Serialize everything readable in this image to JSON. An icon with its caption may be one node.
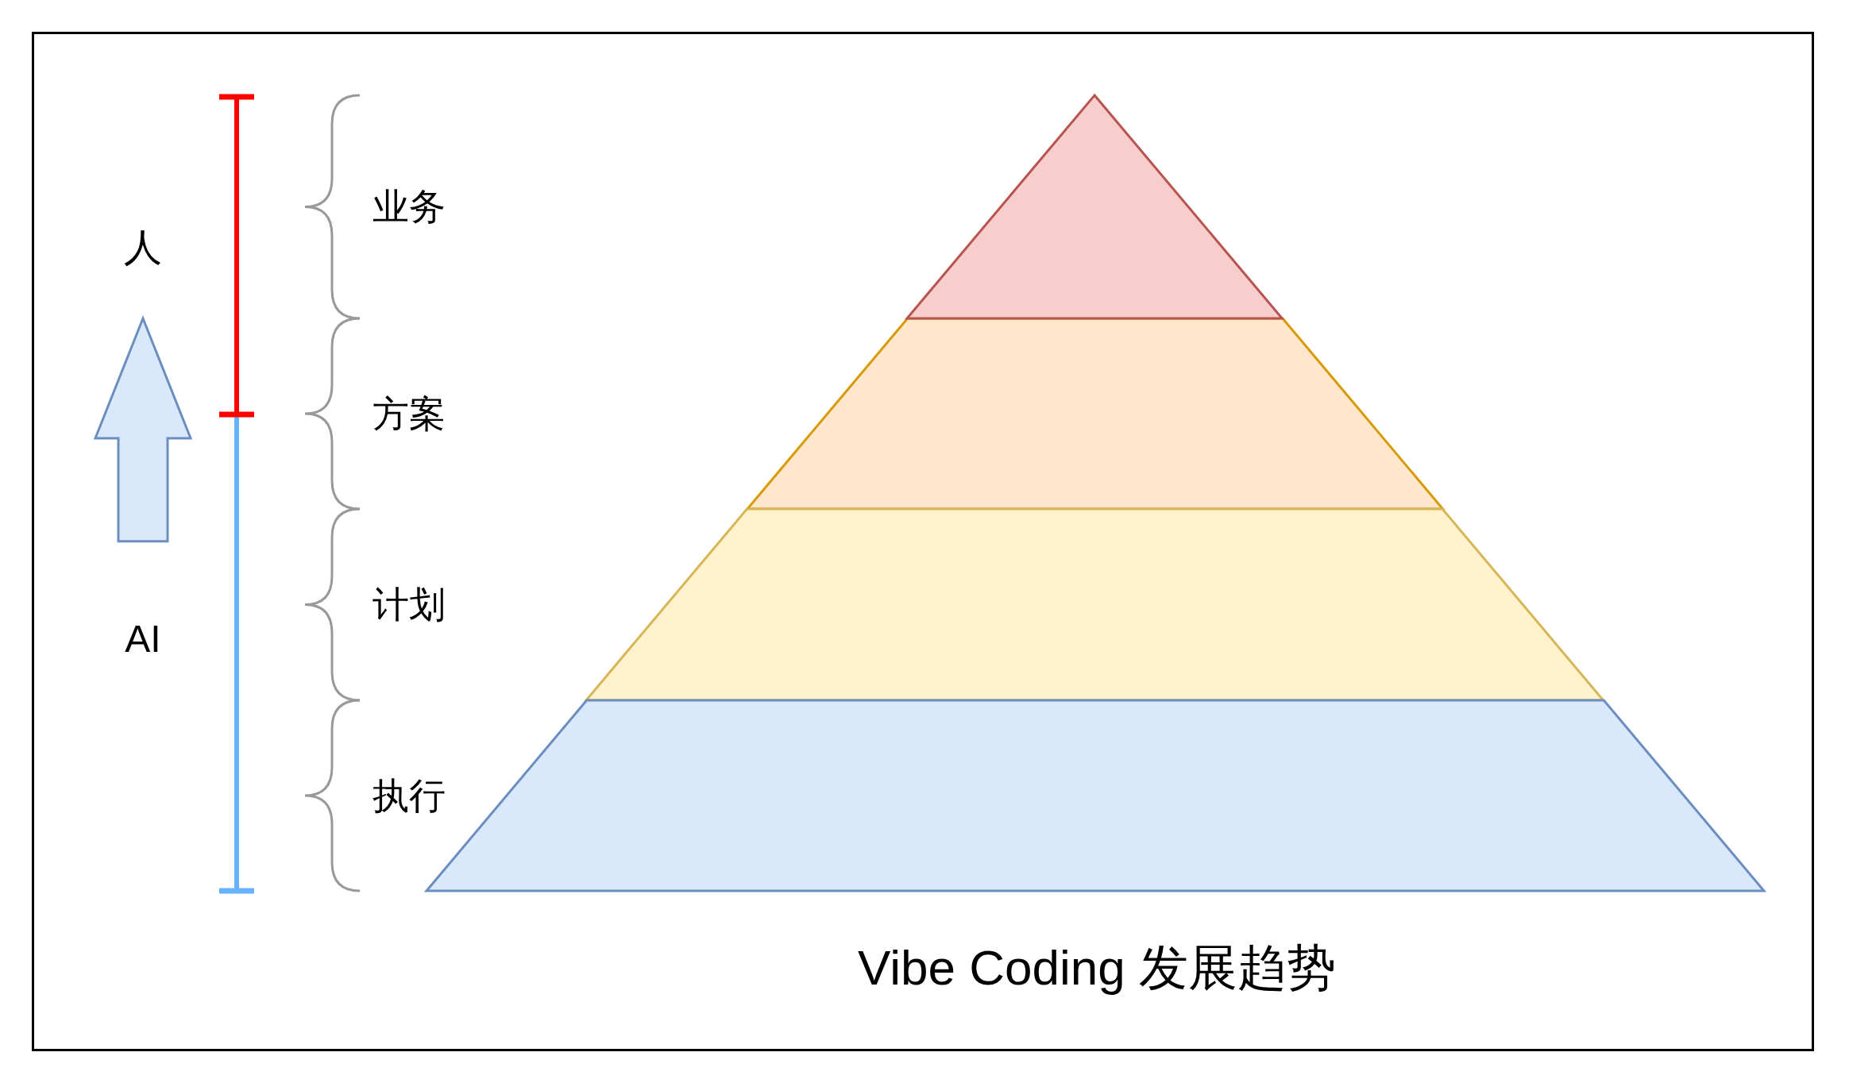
{
  "diagram": {
    "caption": "Vibe Coding 发展趋势",
    "nodes": [
      {
        "text": [
          "人"
        ]
      },
      {
        "text": [
          "AI"
        ]
      },
      {
        "text": [],
        "shape": "triangle"
      },
      {
        "text": [],
        "shape": "trapezoid"
      },
      {
        "text": [],
        "shape": "trapezoid"
      },
      {
        "text": [],
        "shape": "trapezoid"
      }
    ],
    "edges": [
      {
        "from": 1,
        "to": 0,
        "arrow": "to",
        "style": "thick"
      }
    ],
    "labels": [
      "业务",
      "方案",
      "计划",
      "执行"
    ]
  }
}
